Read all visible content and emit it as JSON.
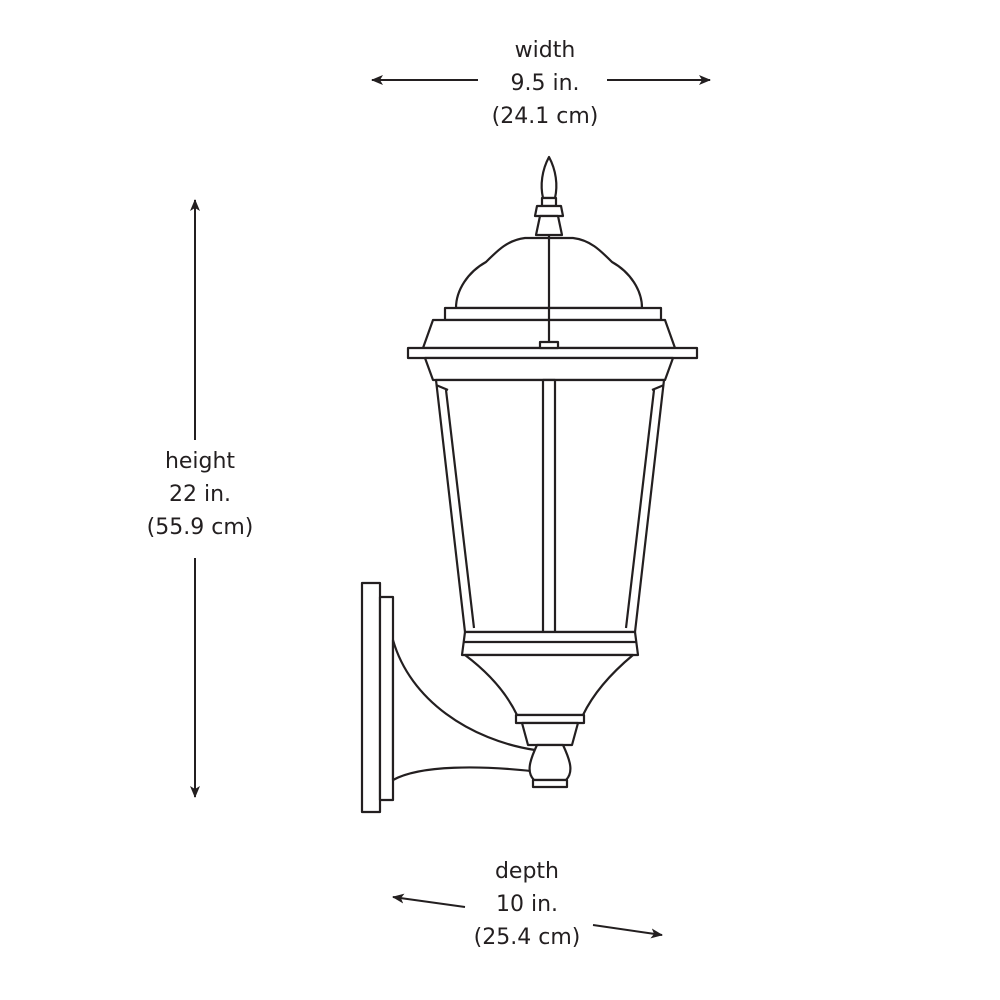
{
  "dimensions": {
    "width": {
      "label": "width",
      "imperial": "9.5 in.",
      "metric": "(24.1 cm)"
    },
    "height": {
      "label": "height",
      "imperial": "22 in.",
      "metric": "(55.9 cm)"
    },
    "depth": {
      "label": "depth",
      "imperial": "10 in.",
      "metric": "(25.4 cm)"
    }
  },
  "colors": {
    "line": "#231f20",
    "background": "#ffffff"
  }
}
